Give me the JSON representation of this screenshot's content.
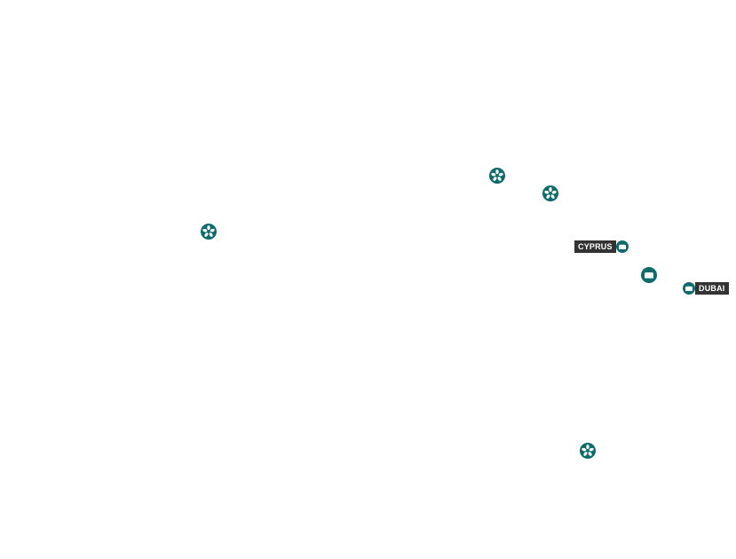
{
  "colors": {
    "marker": "#0e6b6b",
    "marker_accent": "#ffffff",
    "label_bg": "#333333",
    "label_text": "#ffffff"
  },
  "markers": [
    {
      "name": "map-marker-1",
      "icon": "flower-icon"
    },
    {
      "name": "map-marker-2",
      "icon": "flower-icon"
    },
    {
      "name": "map-marker-3",
      "icon": "flower-icon"
    },
    {
      "name": "map-marker-4",
      "icon": "vehicle-icon"
    },
    {
      "name": "map-marker-5",
      "icon": "flower-icon"
    }
  ],
  "locations": {
    "cyprus": {
      "label": "CYPRUS",
      "icon": "vehicle-icon"
    },
    "dubai": {
      "label": "DUBAI",
      "icon": "vehicle-icon"
    }
  }
}
